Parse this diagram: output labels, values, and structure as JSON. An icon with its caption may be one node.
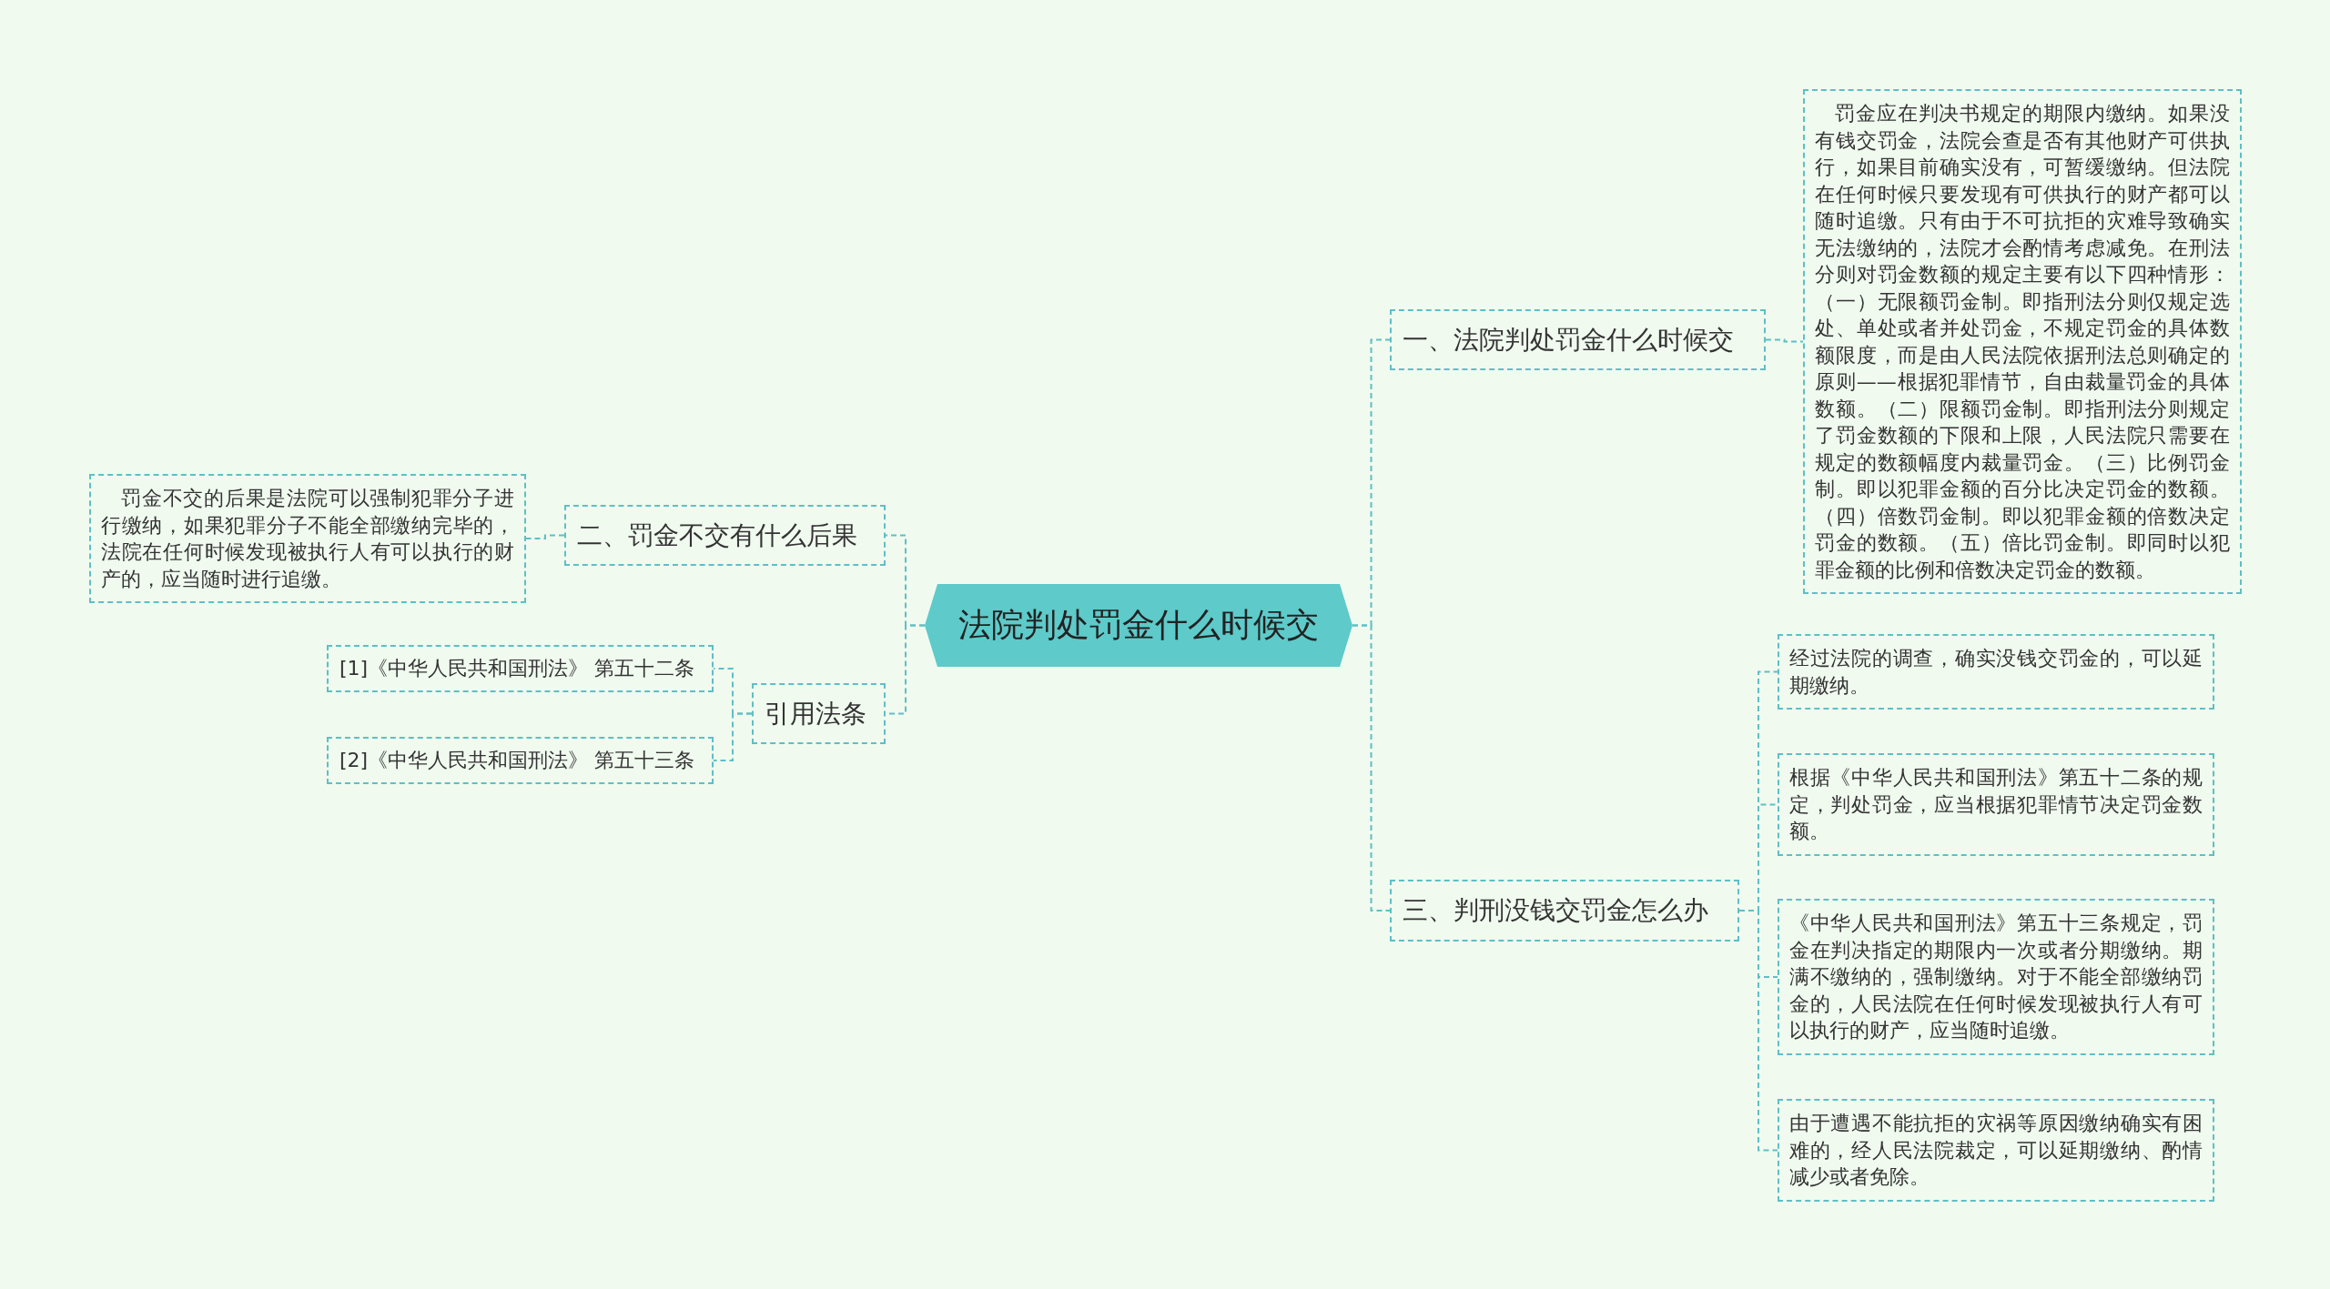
{
  "diagram": {
    "nodes": [
      {
        "text": [
          "法院判处罚金什么时候交"
        ]
      },
      {
        "text": [
          "一、法院判处罚金什么时候交"
        ]
      },
      {
        "text": [
          "罚金应在判决书规定的期限内缴纳。如果没有钱交罚金，法院会查是否有其他财产可供执行，如果目前确实没有，可暂缓缴纳。但法院在任何时候只要发现有可供执行的财产都可以随时追缴。只有由于不可抗拒的灾难导致确实无法缴纳的，法院才会酌情考虑减免。在刑法分则对罚金数额的规定主要有以下四种情形：（一）无限额罚金制。即指刑法分则仅规定选处、单处或者并处罚金，不规定罚金的具体数额限度，而是由人民法院依据刑法总则确定的原则——根据犯罪情节，自由裁量罚金的具体数额。（二）限额罚金制。即指刑法分则规定了罚金数额的下限和上限，人民法院只需要在规定的数额幅度内裁量罚金。（三）比例罚金制。即以犯罪金额的百分比决定罚金的数额。（四）倍数罚金制。即以犯罪金额的倍数决定罚金的数额。（五）倍比罚金制。即同时以犯罪金额的比例和倍数决定罚金的数额。"
        ]
      },
      {
        "text": [
          "二、罚金不交有什么后果"
        ]
      },
      {
        "text": [
          "罚金不交的后果是法院可以强制犯罪分子进行缴纳，如果犯罪分子不能全部缴纳完毕的，法院在任何时候发现被执行人有可以执行的财产的，应当随时进行追缴。"
        ]
      },
      {
        "text": [
          "引用法条"
        ]
      },
      {
        "text": [
          "[1]《中华人民共和国刑法》 第五十二条"
        ]
      },
      {
        "text": [
          "[2]《中华人民共和国刑法》 第五十三条"
        ]
      },
      {
        "text": [
          "三、判刑没钱交罚金怎么办"
        ]
      },
      {
        "text": [
          "经过法院的调查，确实没钱交罚金的，可以延期缴纳。"
        ]
      },
      {
        "text": [
          "根据《中华人民共和国刑法》第五十二条的规定，判处罚金，应当根据犯罪情节决定罚金数额。"
        ]
      },
      {
        "text": [
          "《中华人民共和国刑法》第五十三条规定，罚金在判决指定的期限内一次或者分期缴纳。期满不缴纳的，强制缴纳。对于不能全部缴纳罚金的，人民法院在任何时候发现被执行人有可以执行的财产，应当随时追缴。"
        ]
      },
      {
        "text": [
          "由于遭遇不能抗拒的灾祸等原因缴纳确实有困难的，经人民法院裁定，可以延期缴纳、酌情减少或者免除。"
        ]
      }
    ],
    "edges": [
      {
        "from": 0,
        "to": 1,
        "arrow": "none"
      },
      {
        "from": 1,
        "to": 2,
        "arrow": "none"
      },
      {
        "from": 0,
        "to": 3,
        "arrow": "none"
      },
      {
        "from": 3,
        "to": 4,
        "arrow": "none"
      },
      {
        "from": 0,
        "to": 5,
        "arrow": "none"
      },
      {
        "from": 5,
        "to": 6,
        "arrow": "none"
      },
      {
        "from": 5,
        "to": 7,
        "arrow": "none"
      },
      {
        "from": 0,
        "to": 8,
        "arrow": "none"
      },
      {
        "from": 8,
        "to": 9,
        "arrow": "none"
      },
      {
        "from": 8,
        "to": 10,
        "arrow": "none"
      },
      {
        "from": 8,
        "to": 11,
        "arrow": "none"
      },
      {
        "from": 8,
        "to": 12,
        "arrow": "none"
      }
    ]
  }
}
